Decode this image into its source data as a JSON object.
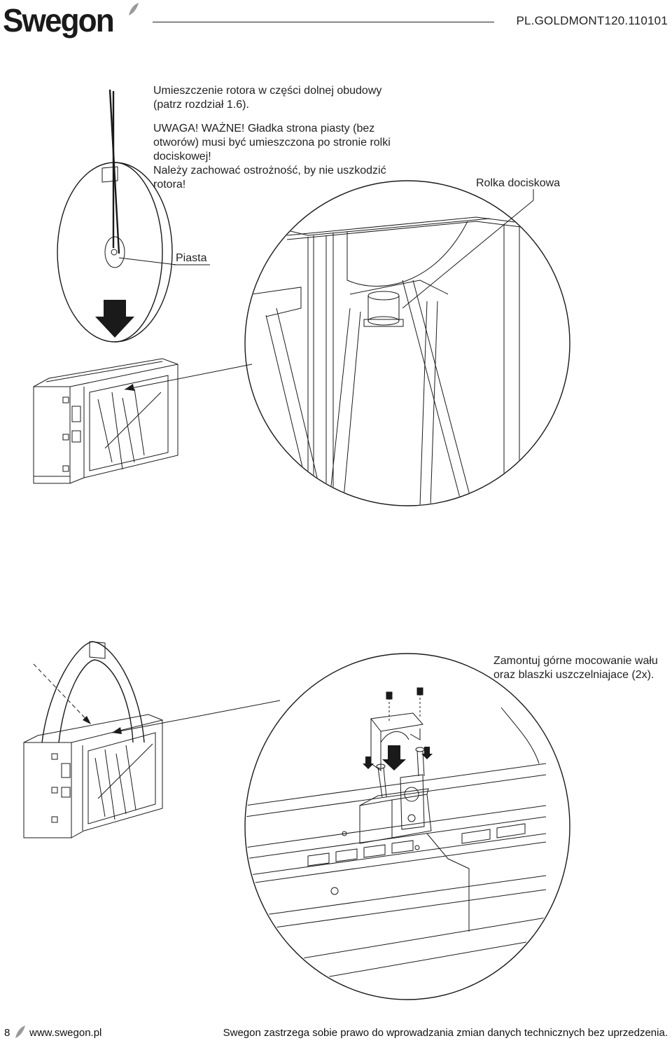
{
  "header": {
    "logo": "Swegon",
    "doc_id": "PL.GOLDMONT120.110101"
  },
  "section1": {
    "instructions": [
      "Umieszczenie rotora w części dolnej obudowy (patrz rozdział 1.6).",
      "UWAGA! WAŻNE! Gładka strona piasty (bez otworów) musi być umieszczona po stronie rolki dociskowej!",
      "Należy zachować ostrożność, by nie uszkodzić rotora!"
    ],
    "label_hub": "Piasta",
    "label_roller": "Rolka dociskowa"
  },
  "section2": {
    "instruction": "Zamontuj górne mocowanie wału oraz blaszki uszczelniajace (2x)."
  },
  "footer": {
    "page_number": "8",
    "website": "www.swegon.pl",
    "disclaimer": "Swegon zastrzega sobie prawo do wprowadzania zmian danych technicznych bez uprzedzenia."
  }
}
